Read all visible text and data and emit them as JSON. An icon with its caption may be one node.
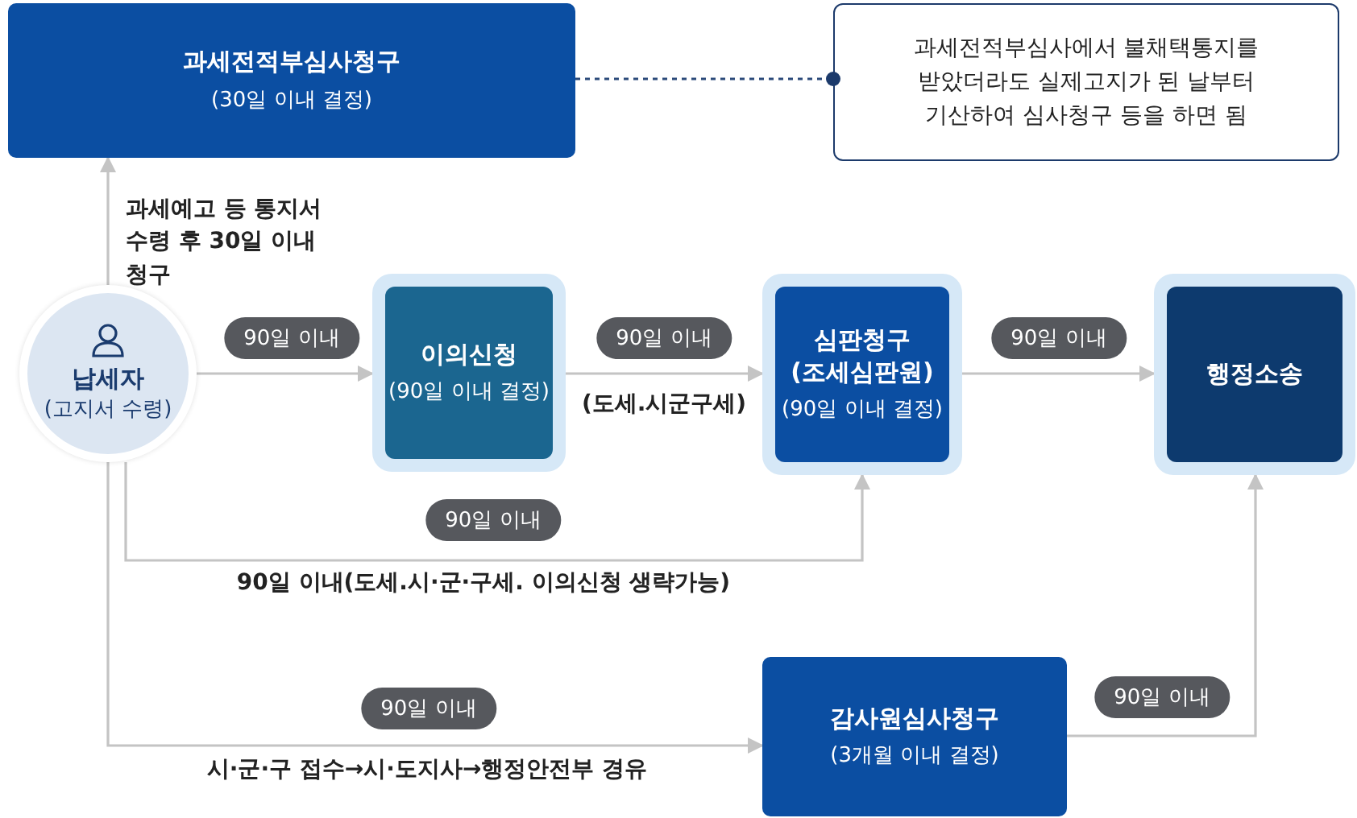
{
  "diagram": {
    "nodes": [
      {
        "text": [
          "과세전적부심사청구",
          "(30일 이내 결정)"
        ]
      },
      {
        "text": [
          "과세전적부심사에서 불채택통지를 받았더라도 실제고지가 된 날부터 기산하여 심사청구 등을 하면 됨"
        ]
      },
      {
        "text": [
          "납세자",
          "(고지서 수령)"
        ]
      },
      {
        "text": [
          "이의신청",
          "(90일 이내 결정)"
        ]
      },
      {
        "text": [
          "심판청구 (조세심판원)",
          "(90일 이내 결정)"
        ]
      },
      {
        "text": [
          "행정소송"
        ]
      },
      {
        "text": [
          "감사원심사청구",
          "(3개월 이내 결정)"
        ]
      }
    ],
    "edges": [
      {
        "from": 2,
        "to": 0,
        "arrow": "to",
        "label": "과세예고 등 통지서 수령 후 30일 이내 청구"
      },
      {
        "from": 0,
        "to": 1,
        "arrow": "other",
        "style": "dashed",
        "color": "#2b4a7a"
      },
      {
        "from": 2,
        "to": 3,
        "arrow": "to",
        "label": "90일 이내"
      },
      {
        "from": 3,
        "to": 4,
        "arrow": "to",
        "label": "90일 이내"
      },
      {
        "from": 4,
        "to": 5,
        "arrow": "to",
        "label": "90일 이내"
      },
      {
        "from": 2,
        "to": 4,
        "arrow": "to",
        "label": "90일 이내"
      },
      {
        "from": 2,
        "to": 6,
        "arrow": "to",
        "label": "90일 이내"
      },
      {
        "from": 6,
        "to": 5,
        "arrow": "to",
        "label": "90일 이내"
      }
    ],
    "labels": [
      "(도세.시군구세)",
      "90일 이내(도세.시·군·구세. 이의신청 생략가능)",
      "시·군·구 접수→시·도지사→행정안전부 경유"
    ]
  }
}
